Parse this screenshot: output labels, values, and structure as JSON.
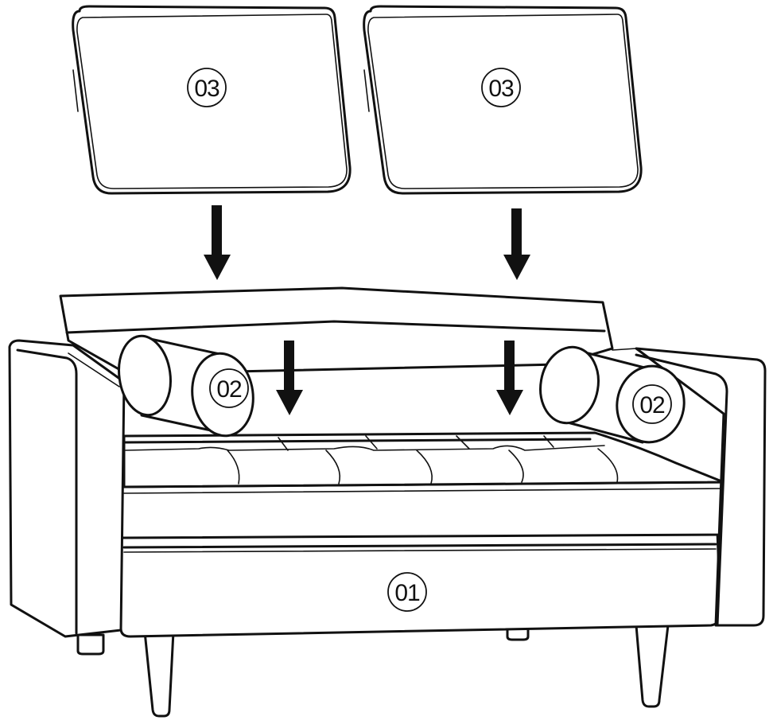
{
  "labels": {
    "base": "01",
    "bolster_left": "02",
    "bolster_right": "02",
    "cushion_left": "03",
    "cushion_right": "03"
  },
  "colors": {
    "ink": "#111111",
    "background": "#ffffff"
  },
  "icons": [
    "arrow-down-icon"
  ]
}
